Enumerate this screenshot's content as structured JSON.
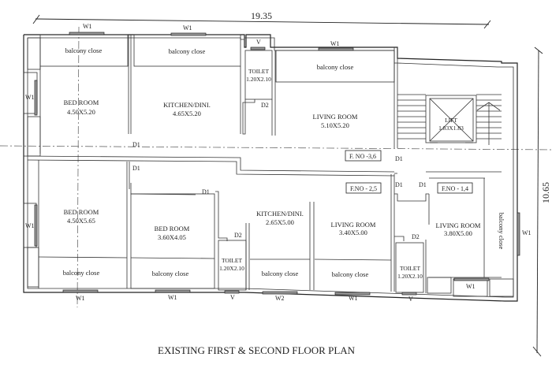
{
  "drawing": {
    "title": "EXISTING FIRST & SECOND FLOOR PLAN",
    "dimensions": {
      "width": "19.35",
      "height": "10.65"
    }
  },
  "flats": {
    "top": "F. NO -3,6",
    "middle": "F.NO - 2,5",
    "right": "F.NO - 1,4"
  },
  "rooms": {
    "bed1": {
      "name": "BED ROOM",
      "size": "4.50X5.20"
    },
    "kitchen1": {
      "name": "KITCHEN/DINI.",
      "size": "4.65X5.20"
    },
    "toilet1": {
      "name": "TOILET",
      "size": "1.20X2.10"
    },
    "living1": {
      "name": "LIVING ROOM",
      "size": "5.10X5.20"
    },
    "lift": {
      "name": "LIFT",
      "size": "1.83X1.83"
    },
    "bed2": {
      "name": "BED ROOM",
      "size": "4.50X5.65"
    },
    "bed3": {
      "name": "BED ROOM",
      "size": "3.60X4.05"
    },
    "toilet2": {
      "name": "TOILET",
      "size": "1.20X2.10"
    },
    "kitchen2": {
      "name": "KITCHEN/DINI.",
      "size": "2.65X5.00"
    },
    "living2": {
      "name": "LIVING ROOM",
      "size": "3.40X5.00"
    },
    "toilet3": {
      "name": "TOILET",
      "size": "1.20X2.10"
    },
    "living3": {
      "name": "LIVING ROOM",
      "size": "3.80X5.00"
    }
  },
  "balcony_label": "balcony close",
  "openings": {
    "w1": "W1",
    "w2": "W2",
    "v": "V",
    "d1": "D1",
    "d2": "D2"
  }
}
